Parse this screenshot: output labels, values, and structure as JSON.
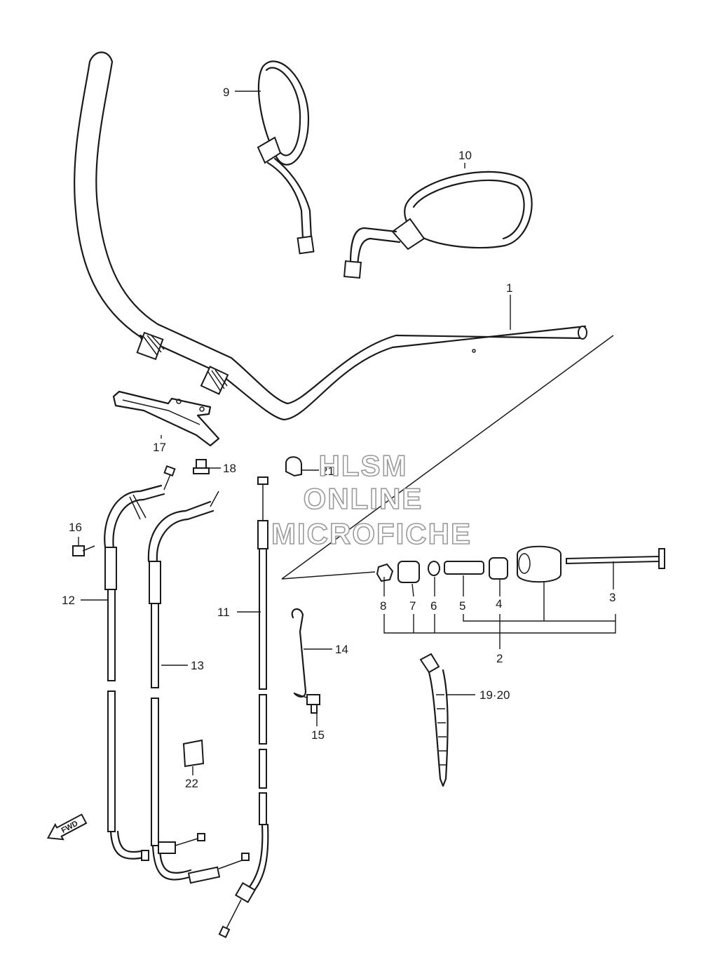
{
  "callouts": {
    "c1": "1",
    "c2": "2",
    "c3": "3",
    "c4": "4",
    "c5": "5",
    "c6": "6",
    "c7": "7",
    "c8": "8",
    "c9": "9",
    "c10": "10",
    "c11": "11",
    "c12": "12",
    "c13": "13",
    "c14": "14",
    "c15": "15",
    "c16": "16",
    "c17": "17",
    "c18": "18",
    "c19_20": "19·20",
    "c21": "21",
    "c22": "22"
  },
  "watermark": {
    "line1": "HLSM",
    "line2": "ONLINE",
    "line3": "MICROFICHE"
  },
  "direction_marker": "FWD"
}
